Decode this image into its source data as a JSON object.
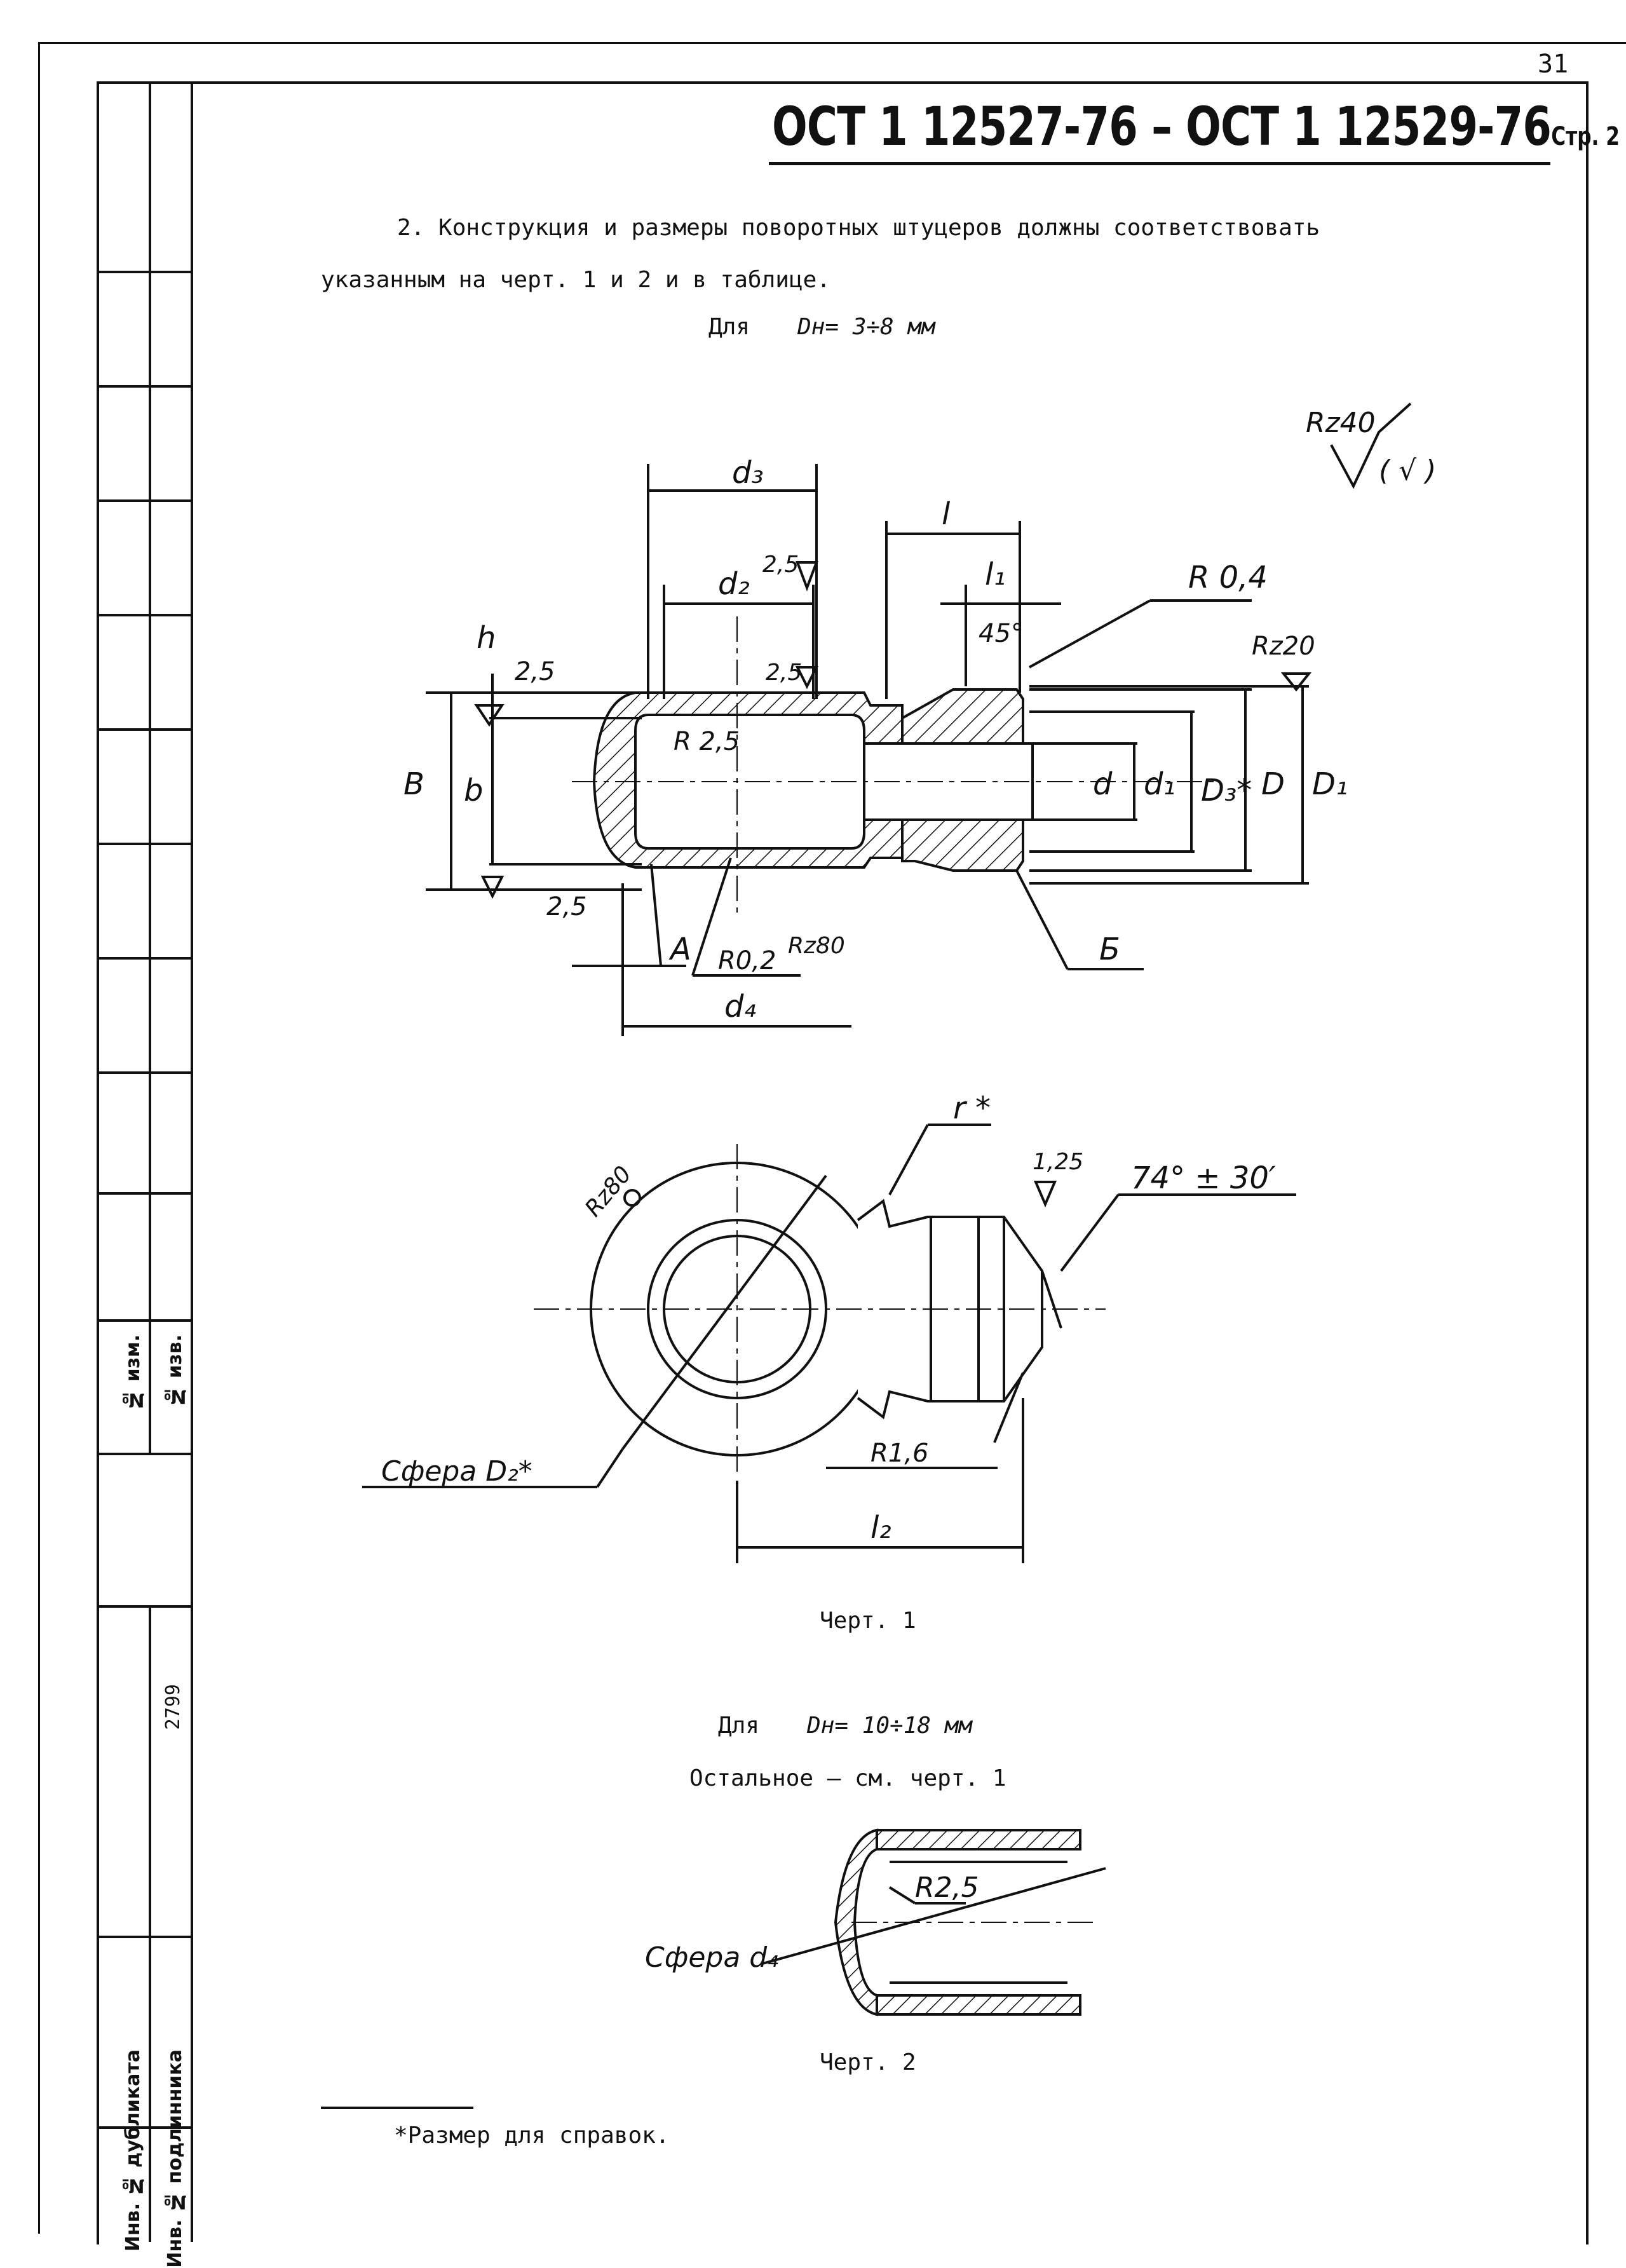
{
  "page_number": "31",
  "header": {
    "title": "ОСТ 1 12527-76 – ОСТ 1 12529-76",
    "page_label": "Стр. 2"
  },
  "body": {
    "para_line1": "2. Конструкция и размеры поворотных штуцеров должны соответствовать",
    "para_line2": "указанным на черт. 1 и 2 и в таблице.",
    "for_label_1": "Для",
    "range_1": "Dн= 3÷8 мм",
    "caption_1": "Черт. 1",
    "for_label_2": "Для",
    "range_2": "Dн= 10÷18 мм",
    "note_rest": "Остальное – см. черт. 1",
    "caption_2": "Черт. 2",
    "footnote": "*Размер для справок."
  },
  "drawing1": {
    "surface_general": "Rz40",
    "surface_paren": "( √ )",
    "dims": {
      "d3": "d₃",
      "l": "l",
      "d2": "d₂",
      "l1": "l₁",
      "r04": "R 0,4",
      "h": "h",
      "rz20": "Rz20",
      "ang45": "45°",
      "v25a": "2,5",
      "v25b": "2,5",
      "v25c": "2,5",
      "v25d": "2,5",
      "B": "B",
      "b": "b",
      "r25": "R 2,5",
      "d": "d",
      "d1": "d₁",
      "D3": "D₃*",
      "D": "D",
      "D1": "D₁",
      "A": "A",
      "r02": "R0,2",
      "rz80": "Rz80",
      "Bc": "Б",
      "d4": "d₄"
    }
  },
  "drawing1b": {
    "r_star": "r *",
    "rz80": "Rz80",
    "angle": "74° ± 30′",
    "v125": "1,25",
    "r16": "R1,6",
    "l2": "l₂",
    "sphere": "Сфера D₂*"
  },
  "drawing2": {
    "r25": "R2,5",
    "sphere": "Сфера d₄"
  },
  "stamp": {
    "no_izm": "№ изм.",
    "no_izv": "№ изв.",
    "inv_value": "2799",
    "inv_dup": "Инв. № дубликата",
    "inv_orig": "Инв. № подлинника"
  }
}
